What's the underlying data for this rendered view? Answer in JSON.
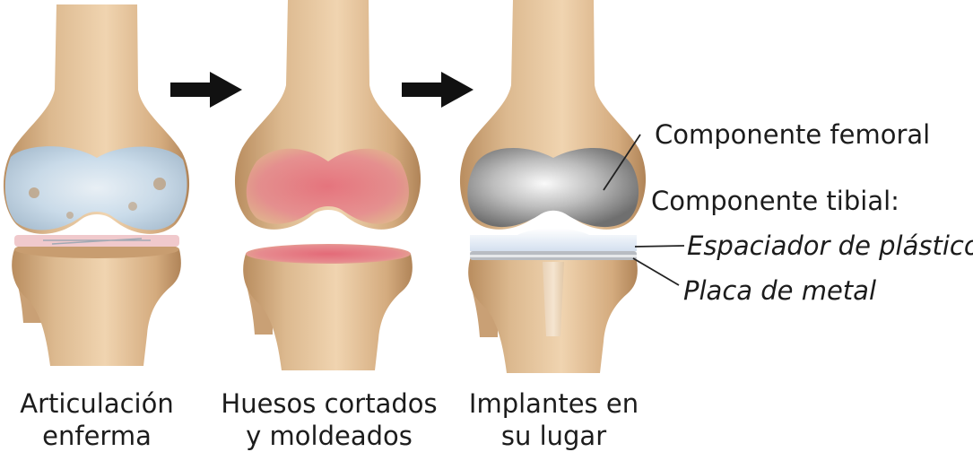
{
  "captions": {
    "stage1": {
      "line1": "Articulación",
      "line2": "enferma"
    },
    "stage2": {
      "line1": "Huesos cortados",
      "line2": "y moldeados"
    },
    "stage3": {
      "line1": "Implantes en",
      "line2": "su lugar"
    }
  },
  "labels": {
    "femoral": "Componente femoral",
    "tibial": "Componente tibial:",
    "spacer": "Espaciador de plástico",
    "plate": "Placa de metal"
  },
  "colors": {
    "bone": "#d9b48a",
    "bone_shadow": "#b98d5f",
    "cartilage_damaged": "#cfe3f4",
    "cut_surface": "#e07a85",
    "metal_implant": "#9a9a9a",
    "plastic_spacer": "#eef3fa",
    "arrow": "#111111"
  },
  "icons": [
    "right-arrow-icon",
    "right-arrow-icon"
  ]
}
